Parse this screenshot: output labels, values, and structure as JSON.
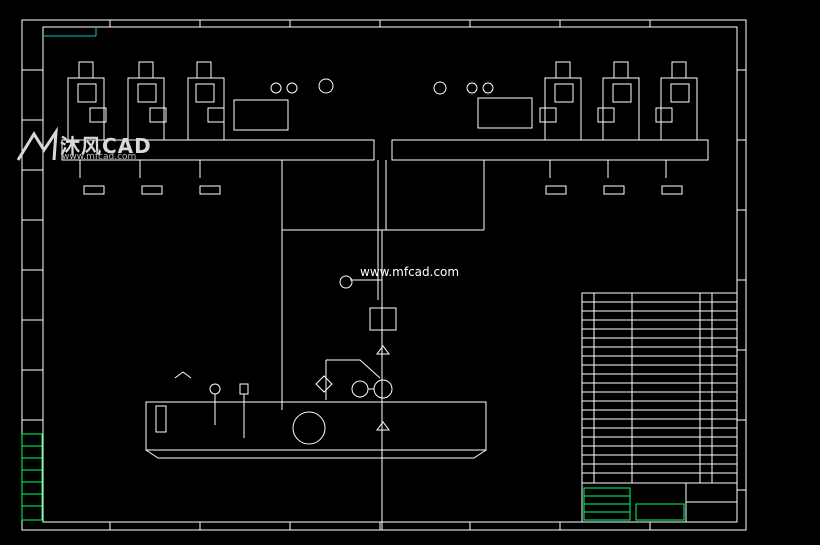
{
  "watermark": {
    "url": "www.mfcad.com",
    "logo_text": "沐风CAD",
    "logo_sub": "www.mfcad.com"
  },
  "colors": {
    "background": "#000000",
    "line": "#ffffff",
    "accent_green": "#00ff66",
    "accent_cyan": "#00c8c8"
  }
}
